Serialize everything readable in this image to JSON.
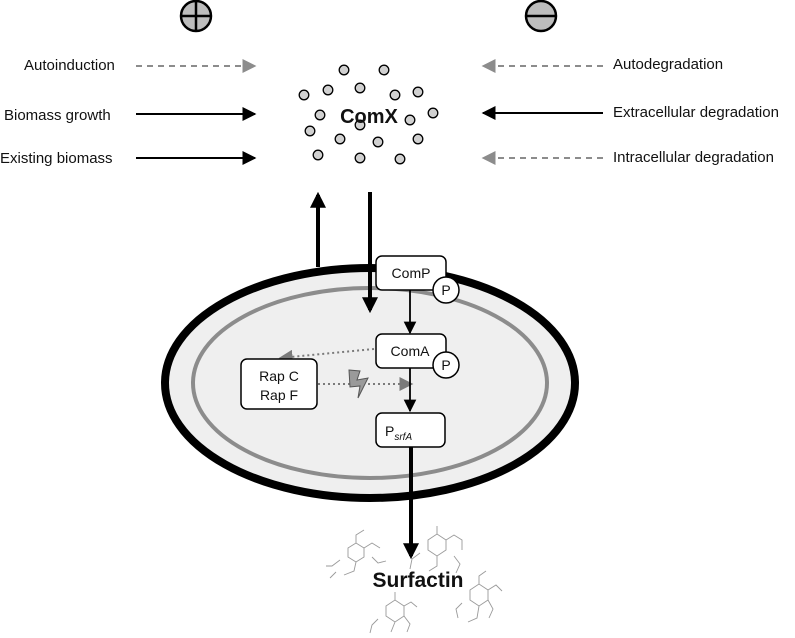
{
  "signs": {
    "positive": "+",
    "negative": "−"
  },
  "left_inputs": [
    {
      "label": "Autoinduction",
      "style": "dashed"
    },
    {
      "label": "Biomass growth",
      "style": "solid"
    },
    {
      "label": "Existing biomass",
      "style": "solid"
    }
  ],
  "right_inputs": [
    {
      "label": "Autodegradation",
      "style": "dashed"
    },
    {
      "label": "Extracellular degradation",
      "style": "solid"
    },
    {
      "label": "Intracellular degradation",
      "style": "dashed"
    }
  ],
  "signal": {
    "label": "ComX"
  },
  "nodes": {
    "comp": "ComP",
    "coma": "ComA",
    "phospho": "P",
    "rap_line1": "Rap C",
    "rap_line2": "Rap F",
    "promoter_main": "P",
    "promoter_sub": "srfA"
  },
  "product": {
    "label": "Surfactin"
  },
  "colors": {
    "cell_fill": "#efefef",
    "outer_membrane": "#000000",
    "inner_membrane": "#8c8c8c",
    "dashed_arrow": "#8c8c8c",
    "dotted_arrow": "#7a7a7a"
  }
}
